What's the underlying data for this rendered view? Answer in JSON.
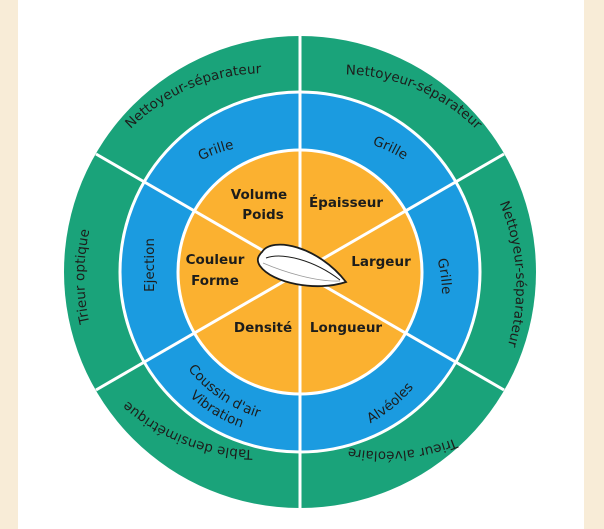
{
  "colors": {
    "outer_ring": "#1aa37a",
    "middle_ring": "#1b9be0",
    "inner_disc": "#fbb130",
    "divider": "#ffffff",
    "text": "#1d1d1b",
    "seed": "#ffffff"
  },
  "outer_ring": {
    "segments": [
      "Nettoyeur-séparateur",
      "Nettoyeur-séparateur",
      "Nettoyeur-séparateur",
      "Trieur alvéolaire",
      "Table densimétrique",
      "Trieur optique"
    ]
  },
  "middle_ring": {
    "segments": [
      "Grille",
      "Grille",
      "Grille",
      "Alvéoles",
      "Coussin d'air",
      "Vibration",
      "Ejection"
    ]
  },
  "inner_disc": {
    "labels": [
      "Volume",
      "Poids",
      "Épaisseur",
      "Largeur",
      "Longueur",
      "Densité",
      "Couleur",
      "Forme"
    ]
  },
  "center": {
    "icon": "seed-icon"
  }
}
